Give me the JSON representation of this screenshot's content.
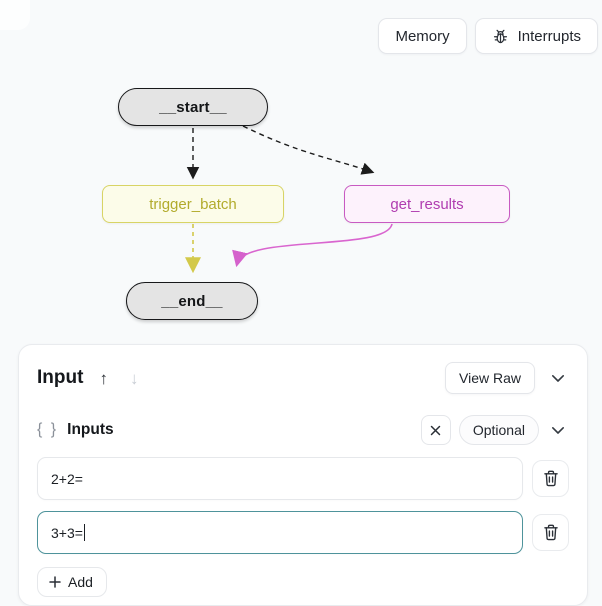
{
  "toolbar": {
    "memory": "Memory",
    "interrupts": "Interrupts"
  },
  "graph": {
    "nodes": {
      "start": {
        "label": "__start__"
      },
      "trigger_batch": {
        "label": "trigger_batch"
      },
      "get_results": {
        "label": "get_results"
      },
      "end": {
        "label": "__end__"
      }
    },
    "edges": [
      {
        "from": "__start__",
        "to": "trigger_batch",
        "style": "dashed",
        "color": "#222222"
      },
      {
        "from": "__start__",
        "to": "get_results",
        "style": "dashed",
        "color": "#222222"
      },
      {
        "from": "trigger_batch",
        "to": "__end__",
        "style": "dashed",
        "color": "#cfc83e"
      },
      {
        "from": "get_results",
        "to": "__end__",
        "style": "solid",
        "color": "#d965cf"
      }
    ]
  },
  "panel": {
    "title": "Input",
    "view_raw": "View Raw",
    "section": {
      "icon": "{ }",
      "label": "Inputs",
      "badge": "Optional"
    },
    "fields": [
      {
        "value": "2+2=",
        "focused": false
      },
      {
        "value": "3+3=",
        "focused": true
      }
    ],
    "add": "Add"
  },
  "colors": {
    "background": "#f8fafb",
    "node_start_end_bg": "#e4e4e4",
    "node_trigger_bg": "#fcfce9",
    "node_trigger_border": "#d8d465",
    "node_trigger_text": "#b2ab2c",
    "node_results_bg": "#fdf2fc",
    "node_results_border": "#c85ac2",
    "node_results_text": "#b03cb0",
    "focused_input_border": "#4e939b"
  }
}
